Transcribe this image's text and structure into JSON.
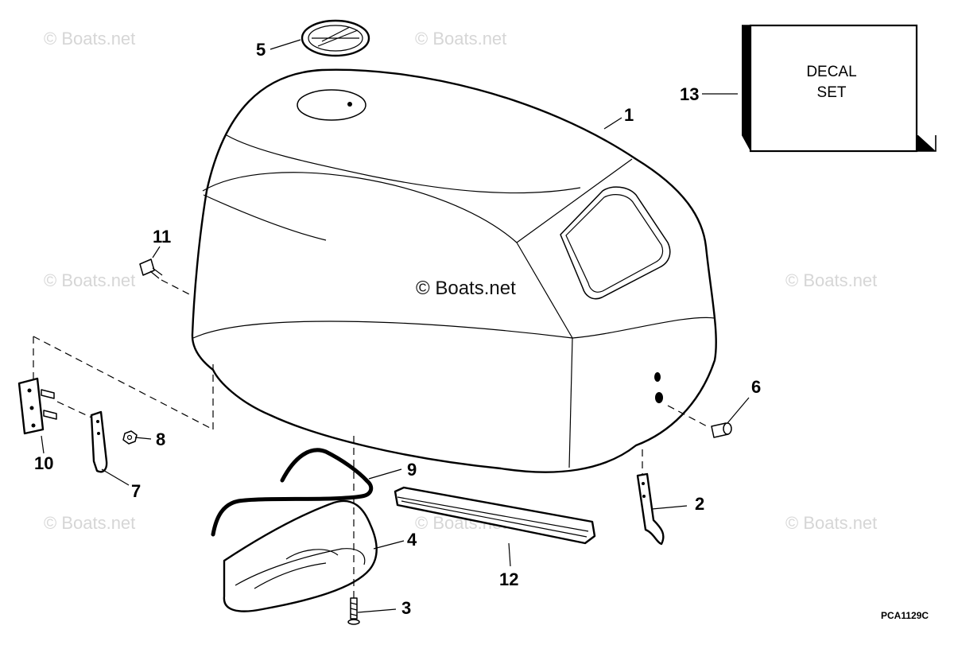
{
  "watermarks": {
    "text": "© Boats.net",
    "main": "© Boats.net"
  },
  "callouts": {
    "c1": "1",
    "c2": "2",
    "c3": "3",
    "c4": "4",
    "c5": "5",
    "c6": "6",
    "c7": "7",
    "c8": "8",
    "c9": "9",
    "c10": "10",
    "c11": "11",
    "c12": "12",
    "c13": "13"
  },
  "decal": {
    "line1": "DECAL",
    "line2": "SET"
  },
  "diagram_code": "PCA1129C",
  "colors": {
    "ink": "#000000",
    "watermark": "#d6d6d6",
    "background": "#ffffff"
  }
}
